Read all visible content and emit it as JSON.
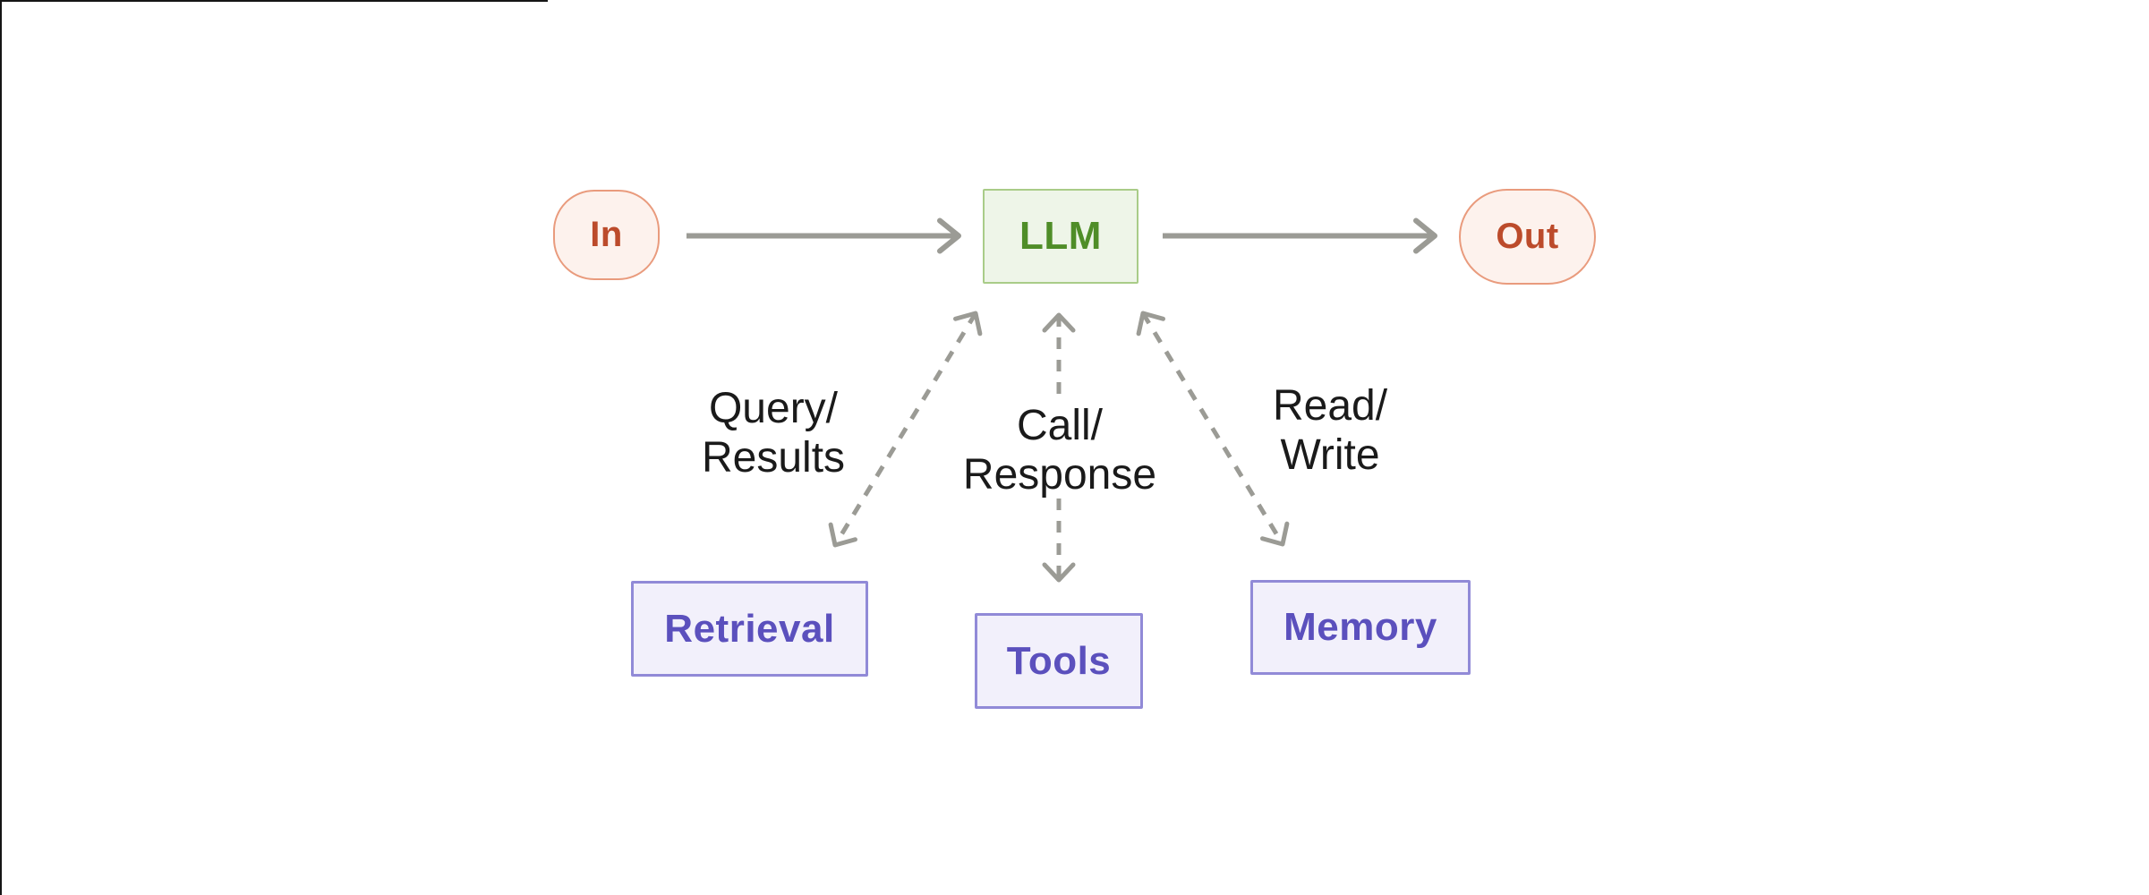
{
  "diagram": {
    "nodes": {
      "in": "In",
      "llm": "LLM",
      "out": "Out",
      "retrieval": "Retrieval",
      "tools": "Tools",
      "memory": "Memory"
    },
    "edge_labels": {
      "retrieval": [
        "Query/",
        "Results"
      ],
      "tools": [
        "Call/",
        "Response"
      ],
      "memory": [
        "Read/",
        "Write"
      ]
    },
    "colors": {
      "terminal_fill": "#fdf2ed",
      "terminal_border": "#e99b7d",
      "terminal_text": "#bc4b2b",
      "llm_fill": "#eef5e8",
      "llm_border": "#a9cc88",
      "llm_text": "#4f8d28",
      "module_fill": "#f2f0fb",
      "module_border": "#918ad7",
      "module_text": "#5b50bd",
      "arrow_gray": "#9b9b95",
      "label_text": "#1a1a1a"
    }
  }
}
